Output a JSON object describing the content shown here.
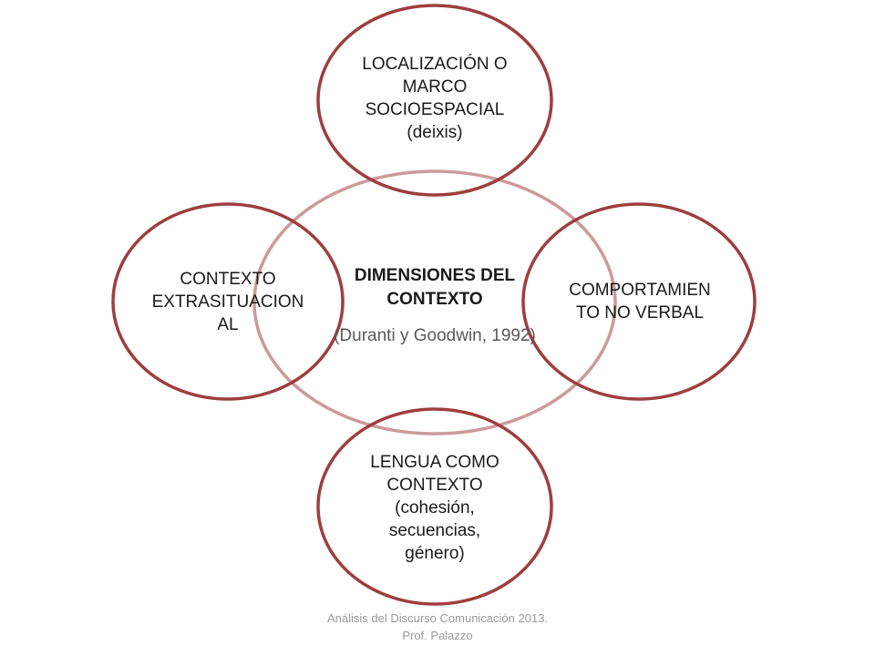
{
  "diagram": {
    "center": {
      "title_lines": [
        "DIMENSIONES DEL",
        "CONTEXTO"
      ],
      "subtitle": "(Duranti y Goodwin, 1992)"
    },
    "top": {
      "lines": [
        "LOCALIZACIÓN O",
        "MARCO",
        "SOCIOESPACIAL",
        "(deixis)"
      ]
    },
    "left": {
      "lines": [
        "CONTEXTO",
        "EXTRASITUACION",
        "AL"
      ]
    },
    "right": {
      "lines": [
        "COMPORTAMIEN",
        "TO NO VERBAL"
      ]
    },
    "bottom": {
      "lines": [
        "LENGUA COMO",
        "CONTEXTO",
        "(cohesión,",
        "secuencias,",
        "género)"
      ]
    }
  },
  "footer": {
    "line1": "Análisis del Discurso Comunicación 2013.",
    "line2": "Prof. Palazzo"
  },
  "colors": {
    "outer_stroke": "#9e3e3e",
    "center_stroke": "#cc9a9a"
  }
}
